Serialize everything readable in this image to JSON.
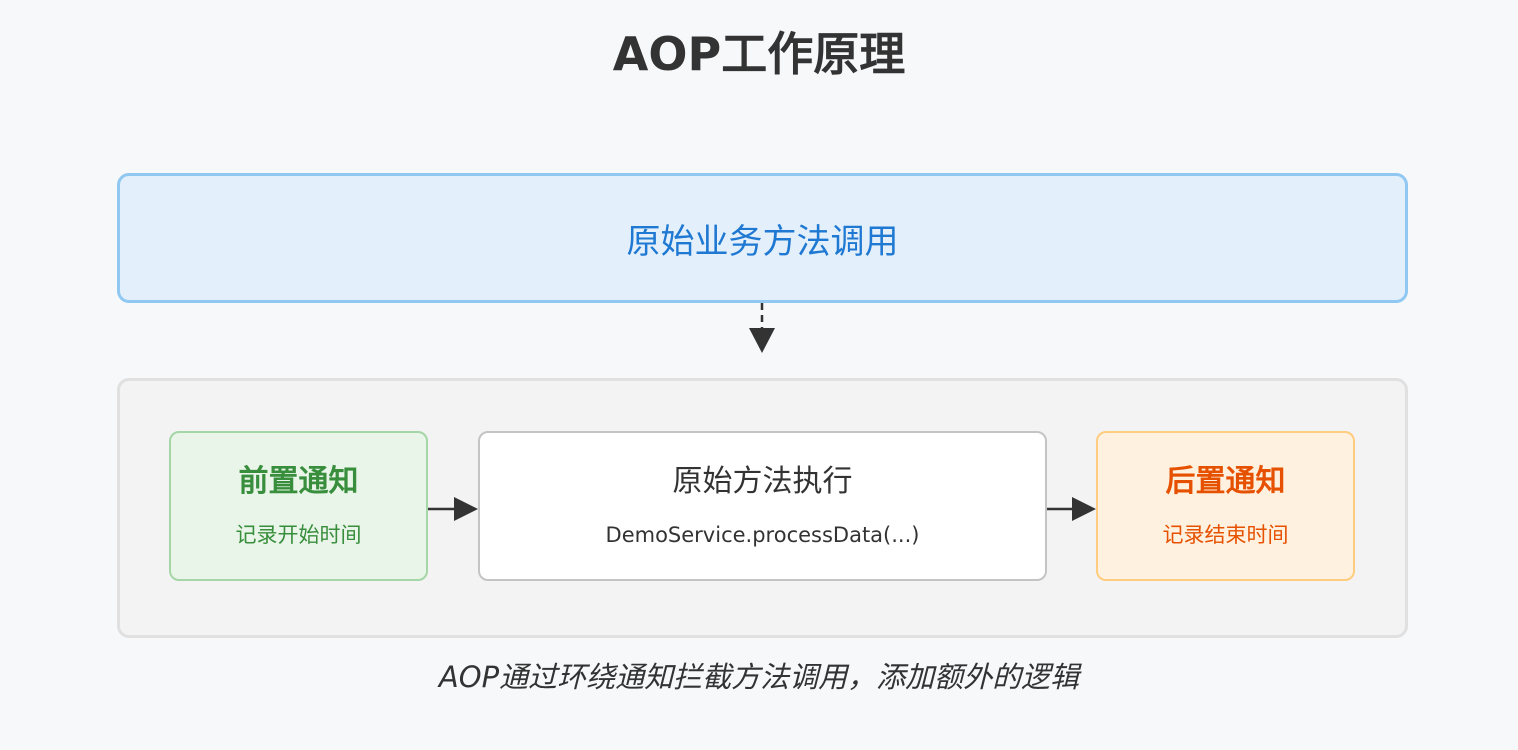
{
  "title": "AOP工作原理",
  "top_box": {
    "label": "原始业务方法调用"
  },
  "flow": {
    "before": {
      "title": "前置通知",
      "subtitle": "记录开始时间"
    },
    "main": {
      "title": "原始方法执行",
      "subtitle": "DemoService.processData(...)"
    },
    "after": {
      "title": "后置通知",
      "subtitle": "记录结束时间"
    }
  },
  "caption": "AOP通过环绕通知拦截方法调用，添加额外的逻辑",
  "colors": {
    "background": "#f7f8fa",
    "top_box_fill": "#e3f0fc",
    "top_box_border": "#90c8f2",
    "top_box_text": "#1f78d1",
    "before_fill": "#e8f5e8",
    "before_border": "#a5d6a7",
    "before_text": "#388e3c",
    "after_fill": "#fff1df",
    "after_border": "#ffcc80",
    "after_text": "#e65100",
    "arrow": "#333333"
  }
}
